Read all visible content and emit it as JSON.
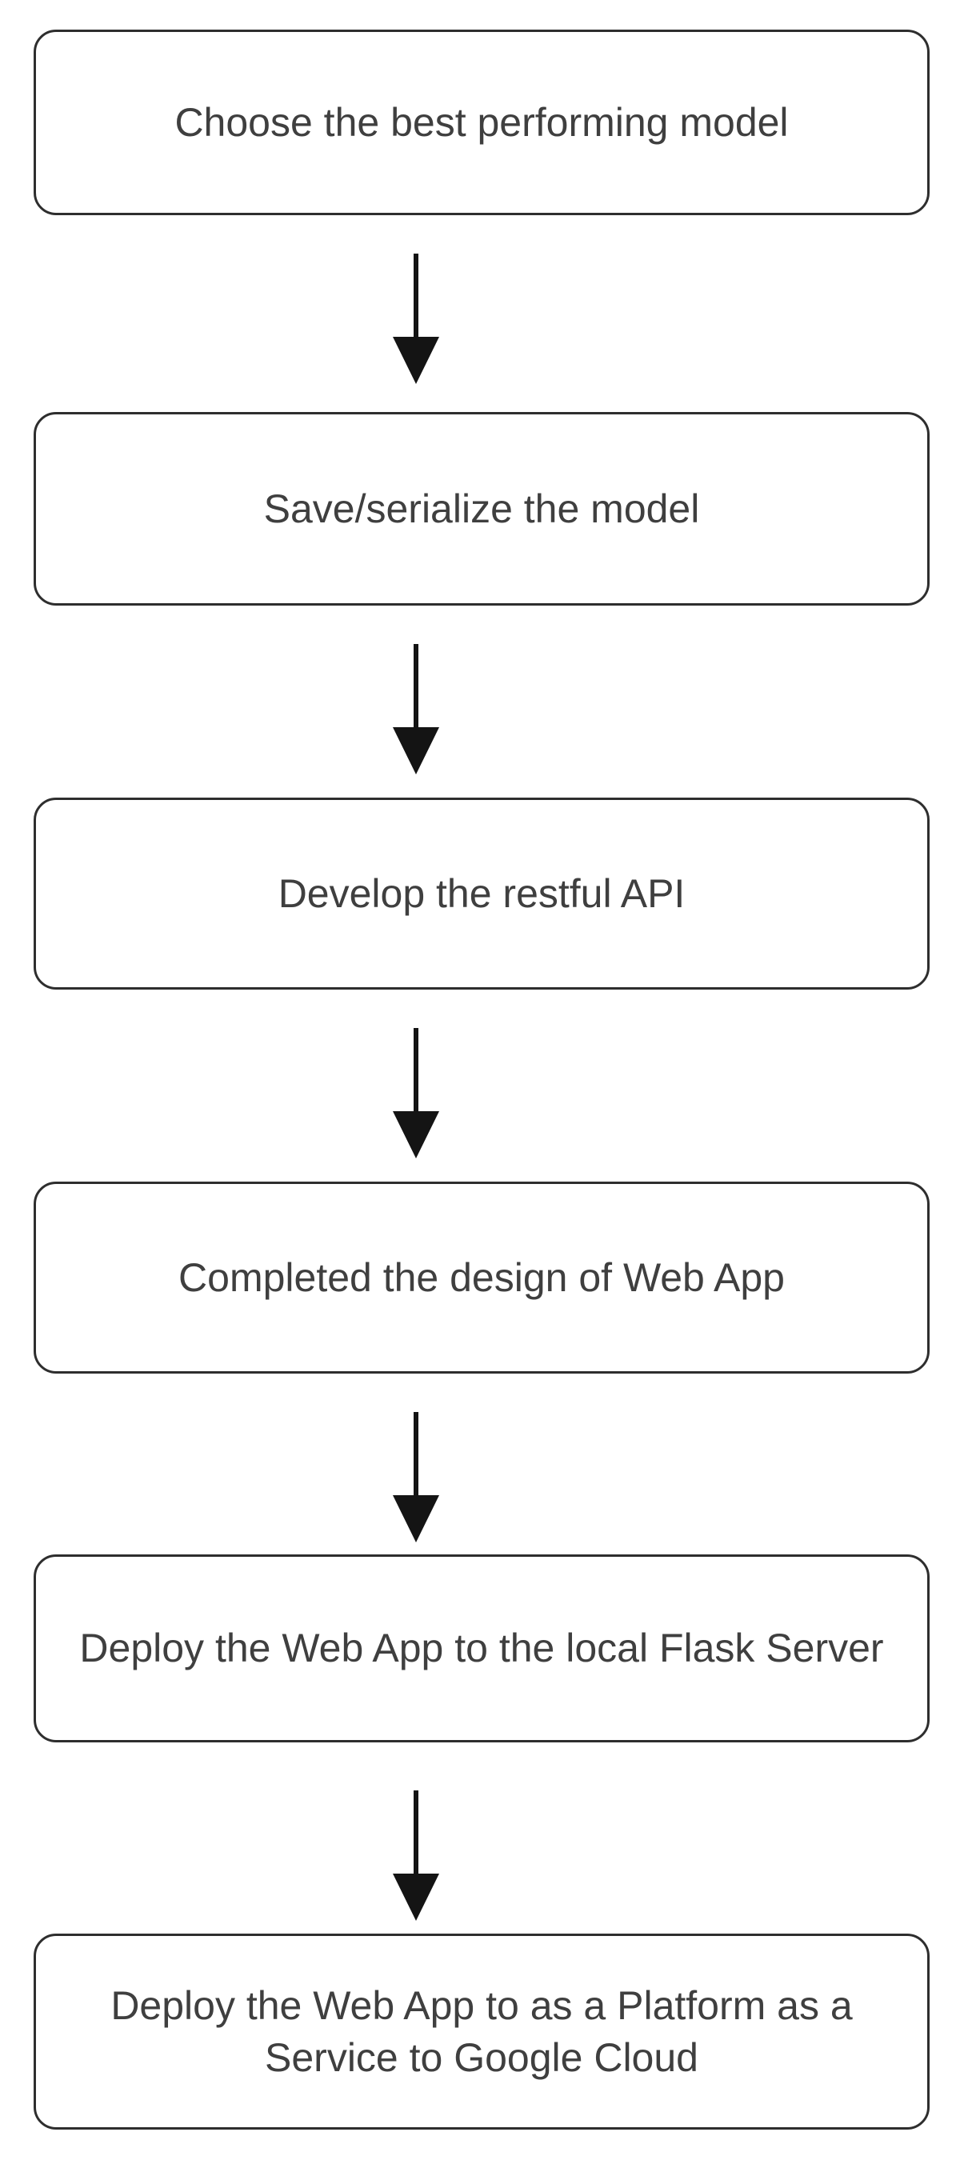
{
  "flowchart": {
    "type": "flowchart",
    "direction": "top-down",
    "steps": [
      {
        "id": 1,
        "label": "Choose the best performing model"
      },
      {
        "id": 2,
        "label": "Save/serialize the model"
      },
      {
        "id": 3,
        "label": "Develop the restful API"
      },
      {
        "id": 4,
        "label": "Completed the design of Web App"
      },
      {
        "id": 5,
        "label": "Deploy the Web App to the local Flask Server"
      },
      {
        "id": 6,
        "label": "Deploy the Web App to as a Platform as a Service to Google Cloud"
      }
    ],
    "connectors": [
      {
        "from": 1,
        "to": 2,
        "type": "arrow-down"
      },
      {
        "from": 2,
        "to": 3,
        "type": "arrow-down"
      },
      {
        "from": 3,
        "to": 4,
        "type": "arrow-down"
      },
      {
        "from": 4,
        "to": 5,
        "type": "arrow-down"
      },
      {
        "from": 5,
        "to": 6,
        "type": "arrow-down"
      }
    ],
    "style": {
      "box_border_color": "#2e2e2e",
      "box_fill_color": "#ffffff",
      "text_color": "#3f3f3f",
      "arrow_color": "#141414",
      "background_color": "#ffffff"
    }
  }
}
